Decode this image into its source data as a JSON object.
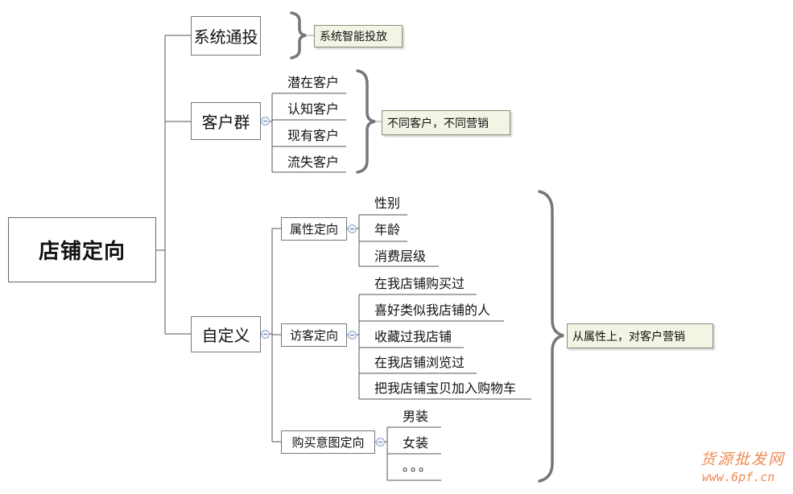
{
  "root": {
    "label": "店铺定向"
  },
  "branches": {
    "system": {
      "label": "系统通投",
      "note": "系统智能投放"
    },
    "customer_group": {
      "label": "客户群",
      "items": [
        "潜在客户",
        "认知客户",
        "现有客户",
        "流失客户"
      ],
      "note": "不同客户，不同营销"
    },
    "custom": {
      "label": "自定义",
      "note": "从属性上，对客户营销",
      "attribute": {
        "label": "属性定向",
        "items": [
          "性别",
          "年龄",
          "消费层级"
        ]
      },
      "visitor": {
        "label": "访客定向",
        "items": [
          "在我店铺购买过",
          "喜好类似我店铺的人",
          "收藏过我店铺",
          "在我店铺浏览过",
          "把我店铺宝贝加入购物车"
        ]
      },
      "purchase": {
        "label": "购买意图定向",
        "items": [
          "男装",
          "女装",
          "。。。"
        ]
      }
    }
  },
  "watermark": {
    "line1": "货源批发网",
    "line2": "www.6pf.cn"
  }
}
